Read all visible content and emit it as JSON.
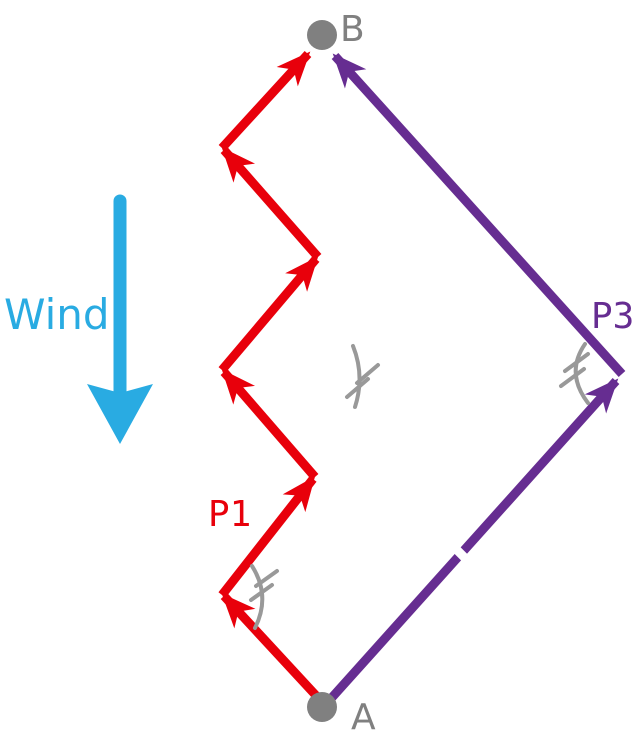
{
  "labels": {
    "wind": "Wind",
    "point_a": "A",
    "point_b": "B",
    "path1": "P1",
    "path3": "P3"
  },
  "colors": {
    "wind": "#29abe2",
    "path1": "#e8000b",
    "path3": "#662d91",
    "points": "#808080",
    "angle_marks": "#999999",
    "background": "#ffffff"
  },
  "diagram": {
    "wind_direction": "down",
    "points": [
      {
        "id": "A",
        "label": "A",
        "position": "bottom-center"
      },
      {
        "id": "B",
        "label": "B",
        "position": "top-center"
      }
    ],
    "routes": [
      {
        "label": "P1",
        "from": "A",
        "to": "B",
        "style": "zigzag tacking course",
        "arrow_segments": 6
      },
      {
        "label": "P3",
        "from": "A",
        "to": "B",
        "style": "two-leg course via right waypoint",
        "arrow_segments": 2,
        "has_break_mark": true
      }
    ],
    "equal_angle_marks": 3
  }
}
